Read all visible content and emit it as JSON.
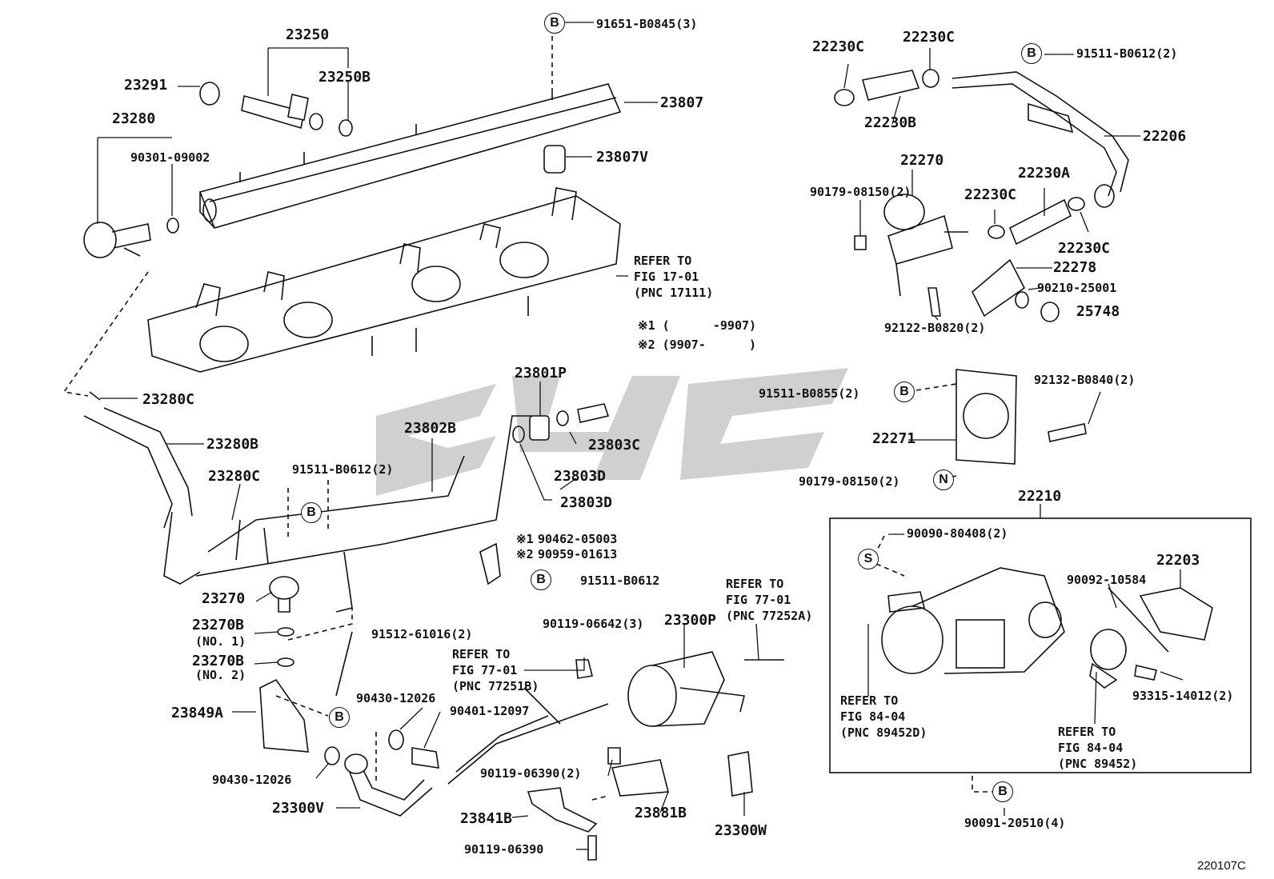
{
  "figure_code": "220107C",
  "watermark": "4GC",
  "part_labels": {
    "p23250": "23250",
    "p23250B": "23250B",
    "p23291": "23291",
    "p23280": "23280",
    "p90301": "90301-09002",
    "p91651": "91651-B0845(3)",
    "p23807": "23807",
    "p23807V": "23807V",
    "p23280C_top": "23280C",
    "p23280B": "23280B",
    "p23280C_mid": "23280C",
    "p91511_B0612_2": "91511-B0612(2)",
    "p23802B": "23802B",
    "p23801P": "23801P",
    "p23803C": "23803C",
    "p23803D_a": "23803D",
    "p23803D_b": "23803D",
    "p90462": "90462-05003",
    "p90959": "90959-01613",
    "p91511_B0612": "91511-B0612",
    "p23270": "23270",
    "p23270B_1": "23270B",
    "no1": "(NO. 1)",
    "p23270B_2": "23270B",
    "no2": "(NO. 2)",
    "p91512": "91512-61016(2)",
    "p23849A": "23849A",
    "p90430_top": "90430-12026",
    "p90401": "90401-12097",
    "p90430_bot": "90430-12026",
    "p23300V": "23300V",
    "p90119_3": "90119-06642(3)",
    "p23300P": "23300P",
    "p90119_2": "90119-06390(2)",
    "p23841B": "23841B",
    "p23881B": "23881B",
    "p90119_single": "90119-06390",
    "p23300W": "23300W",
    "p22230C_a": "22230C",
    "p22230C_b": "22230C",
    "p91511_B0612_2r": "91511-B0612(2)",
    "p22230B": "22230B",
    "p22206": "22206",
    "p22270": "22270",
    "p90179_a": "90179-08150(2)",
    "p22230A": "22230A",
    "p22230C_c": "22230C",
    "p22230C_d": "22230C",
    "p22278": "22278",
    "p90210": "90210-25001",
    "p25748": "25748",
    "p92122": "92122-B0820(2)",
    "p91511_B0855": "91511-B0855(2)",
    "p92132": "92132-B0840(2)",
    "p22271": "22271",
    "p90179_b": "90179-08150(2)",
    "p22210": "22210",
    "p90090": "90090-80408(2)",
    "p22203": "22203",
    "p90092": "90092-10584",
    "p93315": "93315-14012(2)",
    "p90091": "90091-20510(4)"
  },
  "circle_markers": {
    "b1": "B",
    "b2": "B",
    "b3": "B",
    "b4": "B",
    "b5": "B",
    "b6": "B",
    "b7": "B",
    "n1": "N",
    "s1": "S"
  },
  "references": {
    "ref_manifold": "REFER TO\nFIG 17-01\n(PNC 17111)",
    "ref_77252A": "REFER TO\nFIG 77-01\n(PNC 77252A)",
    "ref_77251B": "REFER TO\nFIG 77-01\n(PNC 77251B)",
    "ref_89452D": "REFER TO\nFIG 84-04\n(PNC 89452D)",
    "ref_89452": "REFER TO\nFIG 84-04\n(PNC 89452)"
  },
  "notes": {
    "mark1": "※1",
    "mark2": "※2",
    "range1": "※1 (      -9907)",
    "range2": "※2 (9907-      )"
  }
}
